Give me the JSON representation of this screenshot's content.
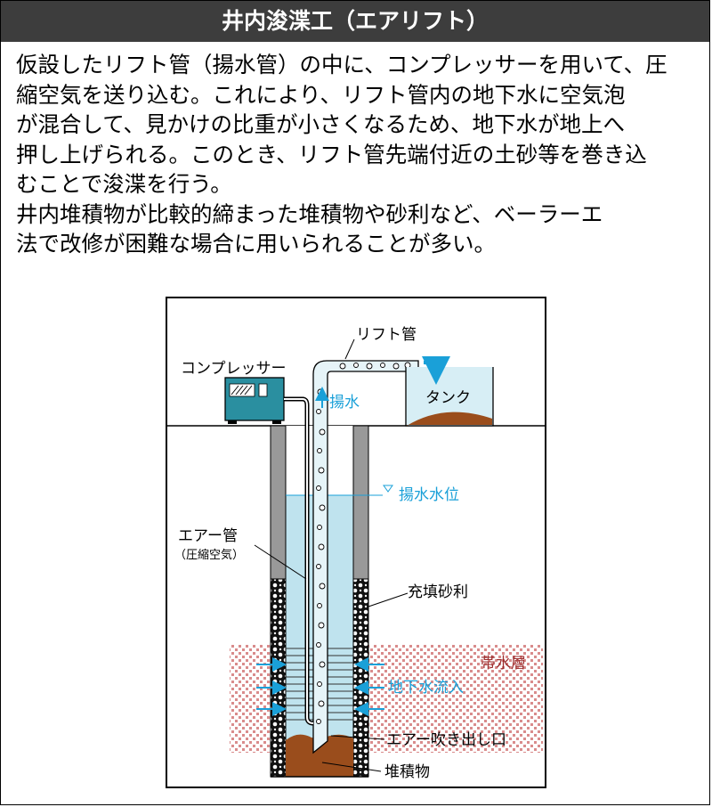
{
  "title": "井内浚渫工（エアリフト）",
  "description": [
    "仮設したリフト管（揚水管）の中に、コンプレッサーを用いて、圧",
    "縮空気を送り込む。これにより、リフト管内の地下水に空気泡",
    "が混合して、見かけの比重が小さくなるため、地下水が地上へ",
    "押し上げられる。このとき、リフト管先端付近の土砂等を巻き込",
    "むことで浚渫を行う。",
    "井内堆積物が比較的締まった堆積物や砂利など、ベーラーエ",
    "法で改修が困難な場合に用いられることが多い。"
  ],
  "diagram": {
    "lift_pipe": "リフト管",
    "compressor": "コンプレッサー",
    "pumping": "揚水",
    "tank": "タンク",
    "water_level": "揚水水位",
    "air_pipe": "エアー管",
    "air_pipe_note": "（圧縮空気）",
    "gravel": "充填砂利",
    "aquifer": "帯水層",
    "inflow": "地下水流入",
    "outlet": "エアー吹き出し口",
    "sediment": "堆積物"
  },
  "colors": {
    "title_bg": "#3d3d3d",
    "water": "#bfe3ee",
    "accent_blue": "#1aa0d8",
    "sediment": "#9a4d1c",
    "aquifer_dots": "#d98c8c",
    "compressor": "#2a8fa0"
  }
}
